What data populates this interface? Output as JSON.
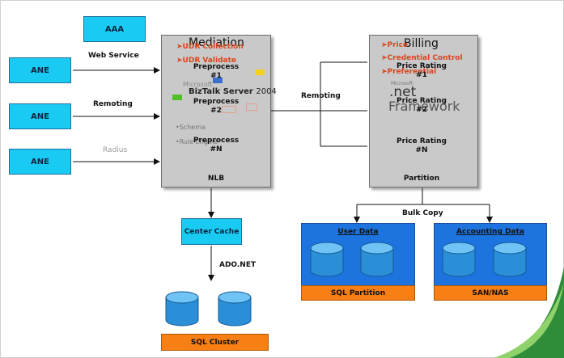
{
  "aaa": "AAA",
  "ane_boxes": [
    "ANE",
    "ANE",
    "ANE"
  ],
  "connection_labels": {
    "web_service": "Web Service",
    "remoting_left": "Remoting",
    "radius": "Radius",
    "remoting_mid": "Remoting",
    "bulk_copy": "Bulk Copy",
    "ado_net": "ADO.NET"
  },
  "mediation": {
    "title": "Mediation",
    "red_items": [
      "UDR Collection",
      "UDR Validate"
    ],
    "steps": [
      {
        "name": "Preprocess",
        "index": "#1"
      },
      {
        "name": "Preprocess",
        "index": "#2"
      },
      {
        "name": "Preprocess",
        "index": "#N"
      }
    ],
    "gray_items": [
      "Schema",
      "Rule Engine"
    ],
    "biztalk_small": "Microsoft",
    "biztalk_main": "BizTalk Server",
    "biztalk_year": "2004",
    "footer": "NLB"
  },
  "billing": {
    "title": "Billing",
    "red_items": [
      "Price",
      "Credential Control",
      "Preferential"
    ],
    "steps": [
      {
        "name": "Price Rating",
        "index": "#1"
      },
      {
        "name": "Price Rating",
        "index": "#2"
      },
      {
        "name": "Price Rating",
        "index": "#N"
      }
    ],
    "net_small": "Microsoft",
    "net_main": ".net",
    "net_word": "Framework",
    "footer": "Partition"
  },
  "center_cache": "Center Cache",
  "user_data": {
    "title": "User Data",
    "footer": "SQL Partition"
  },
  "accounting_data": {
    "title": "Accounting Data",
    "footer": "SAN/NAS"
  },
  "sql_cluster": "SQL Cluster",
  "colors": {
    "cyan": "#19cbf2",
    "blue": "#1e74df",
    "orange": "#f77f14",
    "gray": "#c9c9c9",
    "red": "#d9461e",
    "cylinder": "#2a8fd6"
  }
}
